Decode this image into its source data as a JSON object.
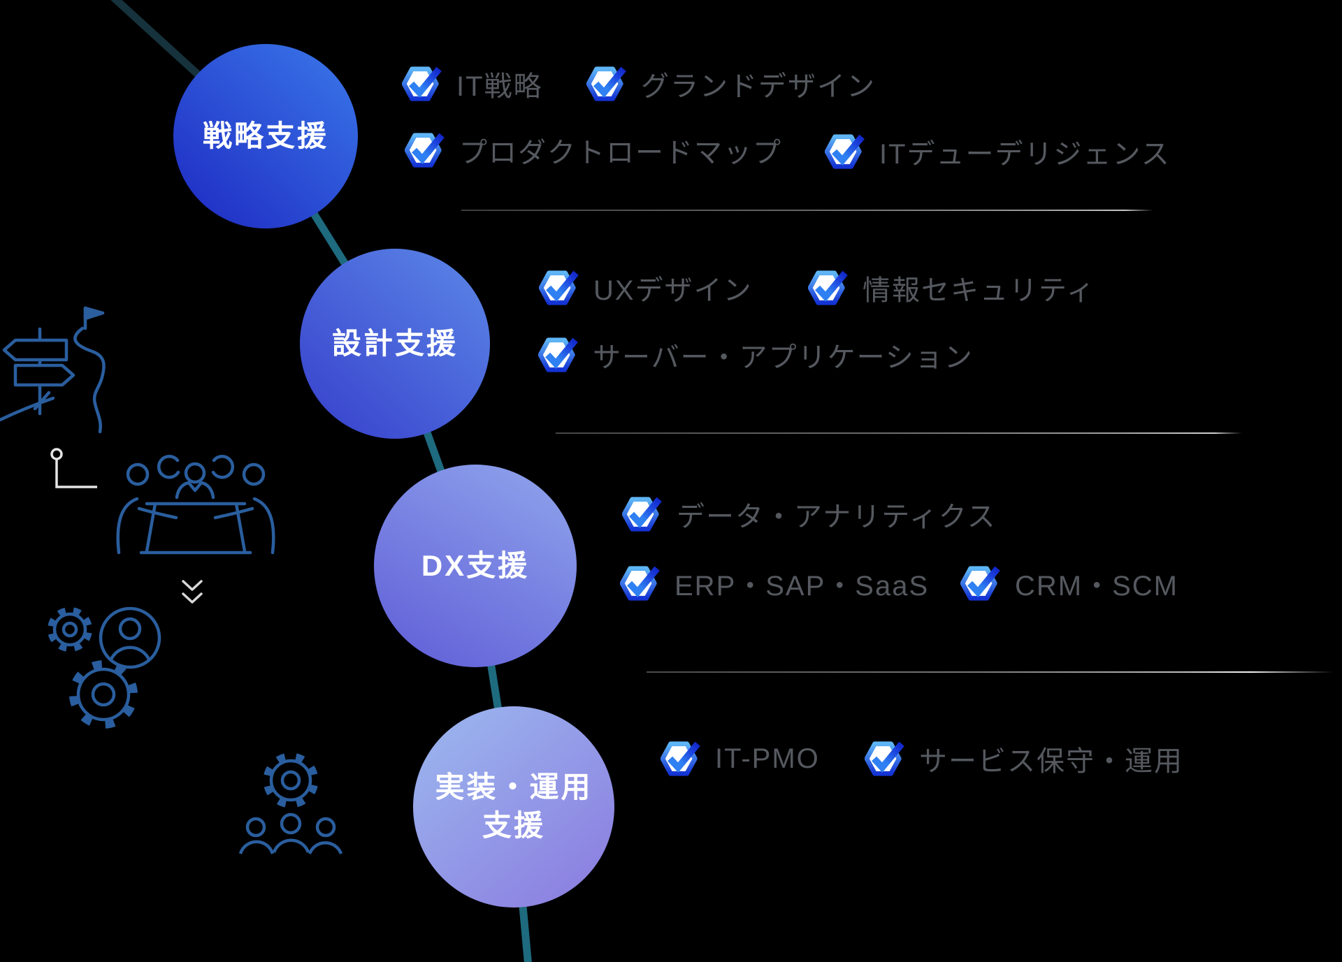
{
  "stages": [
    {
      "lines": [
        "戦略支援"
      ]
    },
    {
      "lines": [
        "設計支援"
      ]
    },
    {
      "lines": [
        "DX支援"
      ]
    },
    {
      "lines": [
        "実装・運用",
        "支援"
      ]
    }
  ],
  "groups": [
    {
      "items": [
        {
          "label": "IT戦略"
        },
        {
          "label": "グランドデザイン"
        },
        {
          "label": "プロダクトロードマップ"
        },
        {
          "label": "ITデューデリジェンス"
        }
      ]
    },
    {
      "items": [
        {
          "label": "UXデザイン"
        },
        {
          "label": "情報セキュリティ"
        },
        {
          "label": "サーバー・アプリケーション"
        }
      ]
    },
    {
      "items": [
        {
          "label": "データ・アナリティクス"
        },
        {
          "label": "ERP・SAP・SaaS"
        },
        {
          "label": "CRM・SCM"
        }
      ]
    },
    {
      "items": [
        {
          "label": "IT-PMO"
        },
        {
          "label": "サービス保守・運用"
        }
      ]
    }
  ],
  "icons": [
    "check-badge-icon",
    "roadmap-signpost-icon",
    "milestone-marker-icon",
    "meeting-discussion-icon",
    "double-chevron-down-icon",
    "gears-person-icon",
    "gear-team-icon"
  ],
  "colors": {
    "background": "#000000",
    "connector": "#1e6a7e",
    "connector_dark": "#16323c",
    "circle1_gradient": [
      "#3a78ea",
      "#2132c6"
    ],
    "circle2_gradient": [
      "#5c88e8",
      "#3a46ce"
    ],
    "circle3_gradient": [
      "#90a5ec",
      "#6160d8"
    ],
    "circle4_gradient": [
      "#9cb9ef",
      "#8b7de0"
    ],
    "badge_border_gradient": [
      "#5fb6f6",
      "#1433d4"
    ],
    "badge_check_gradient": [
      "#2f80f2",
      "#1226c8"
    ],
    "badge_fill": "#ffffff",
    "item_label_text": "#55595f",
    "stage_label_text": "#ffffff",
    "decorative_icon_stroke": "#2a5e9e",
    "milestone_icon_stroke": "#e4e4e4",
    "divider": "#8a8a8a"
  }
}
